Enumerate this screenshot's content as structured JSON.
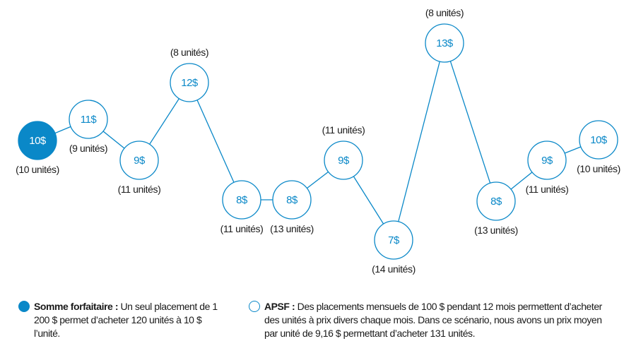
{
  "colors": {
    "accent": "#0a88c8",
    "text": "#1a1a1a",
    "white": "#ffffff"
  },
  "nodes": [
    {
      "price": "10$",
      "units": "(10 unités)",
      "type": "lump-sum"
    },
    {
      "price": "11$",
      "units": "(9 unités)",
      "type": "apsf"
    },
    {
      "price": "9$",
      "units": "(11 unités)",
      "type": "apsf"
    },
    {
      "price": "12$",
      "units": "(8 unités)",
      "type": "apsf"
    },
    {
      "price": "8$",
      "units": "(11 unités)",
      "type": "apsf"
    },
    {
      "price": "8$",
      "units": "(13 unités)",
      "type": "apsf"
    },
    {
      "price": "9$",
      "units": "(11 unités)",
      "type": "apsf"
    },
    {
      "price": "7$",
      "units": "(14 unités)",
      "type": "apsf"
    },
    {
      "price": "13$",
      "units": "(8 unités)",
      "type": "apsf"
    },
    {
      "price": "8$",
      "units": "(13 unités)",
      "type": "apsf"
    },
    {
      "price": "9$",
      "units": "(11 unités)",
      "type": "apsf"
    },
    {
      "price": "10$",
      "units": "(10 unités)",
      "type": "apsf"
    }
  ],
  "legend": {
    "lump_sum": {
      "title": "Somme forfaitaire :",
      "text": "Un seul placement de 1 200 $ permet d’acheter 120 unités à 10 $ l’unité."
    },
    "apsf": {
      "title": "APSF :",
      "text": "Des placements mensuels de 100 $ pendant 12 mois permettent d’acheter des unités à prix divers chaque mois. Dans ce scénario, nous avons un prix moyen par unité de 9,16 $ permettant d’acheter 131 unités."
    }
  }
}
